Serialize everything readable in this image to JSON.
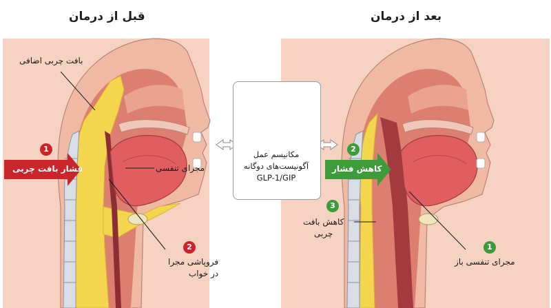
{
  "left_panel": {
    "title": "قبل از درمان",
    "extra_fat_label": "بافت چربی اضافی",
    "airway_label": "مجرای تنفسی",
    "pressure_badge": "1",
    "pressure_label": "فشار بافت چربی",
    "collapse_badge": "2",
    "collapse_line1": "فروپاشی مجرا",
    "collapse_line2": "در خواب",
    "colors": {
      "badge": "#c8262b",
      "fat": "#f3d64e",
      "arrow": "#c8262b"
    }
  },
  "right_panel": {
    "title": "بعد از درمان",
    "pressure_badge": "2",
    "pressure_label": "کاهش فشار",
    "fat_badge": "3",
    "fat_line1": "کاهش بافت",
    "fat_line2": "چربی",
    "airway_badge": "1",
    "airway_label": "مجرای تنفسی باز",
    "colors": {
      "badge": "#3e9b3a",
      "arrow": "#3e9b3a"
    }
  },
  "mechanism": {
    "line1": "مکانیسم عمل",
    "line2": "آگونیست‌های دوگانه",
    "line3": "GLP-1/GIP"
  }
}
